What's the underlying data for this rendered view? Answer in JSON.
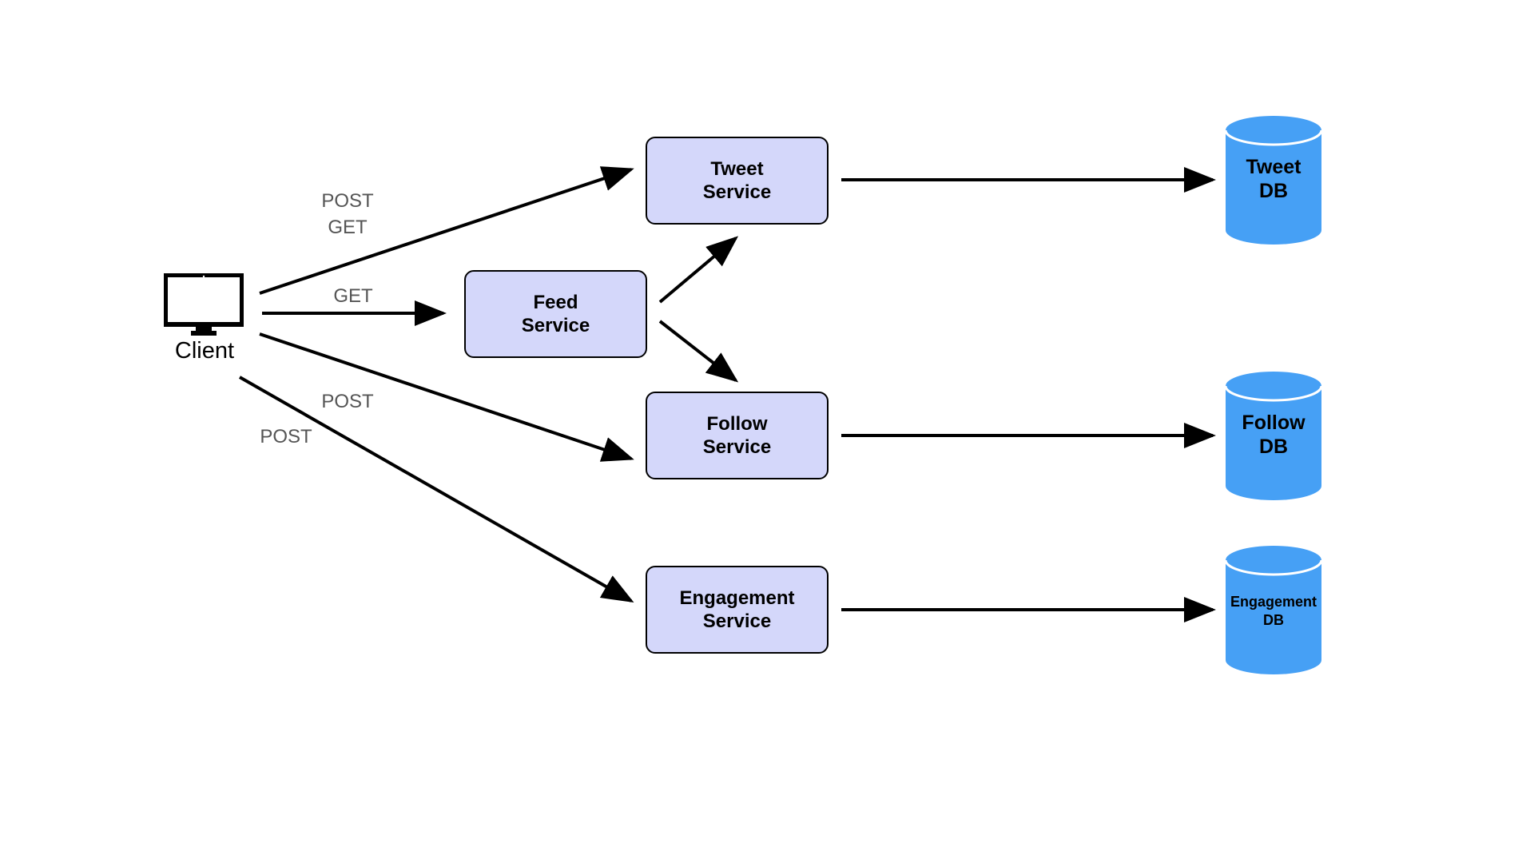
{
  "colors": {
    "service_fill": "#d4d7fa",
    "db_fill": "#46a0f5",
    "line": "#000000",
    "edge_label": "#555555"
  },
  "client": {
    "icon": "monitor-icon",
    "label": "Client"
  },
  "services": {
    "tweet": {
      "line1": "Tweet",
      "line2": "Service"
    },
    "feed": {
      "line1": "Feed",
      "line2": "Service"
    },
    "follow": {
      "line1": "Follow",
      "line2": "Service"
    },
    "engagement": {
      "line1": "Engagement",
      "line2": "Service"
    }
  },
  "databases": {
    "tweet": {
      "icon": "database-icon",
      "line1": "Tweet",
      "line2": "DB"
    },
    "follow": {
      "icon": "database-icon",
      "line1": "Follow",
      "line2": "DB"
    },
    "engagement": {
      "icon": "database-icon",
      "line1": "Engagement",
      "line2": "DB"
    }
  },
  "edge_labels": {
    "client_to_tweet": {
      "line1": "POST",
      "line2": "GET"
    },
    "client_to_feed": "GET",
    "client_to_follow": "POST",
    "client_to_engagement": "POST"
  }
}
